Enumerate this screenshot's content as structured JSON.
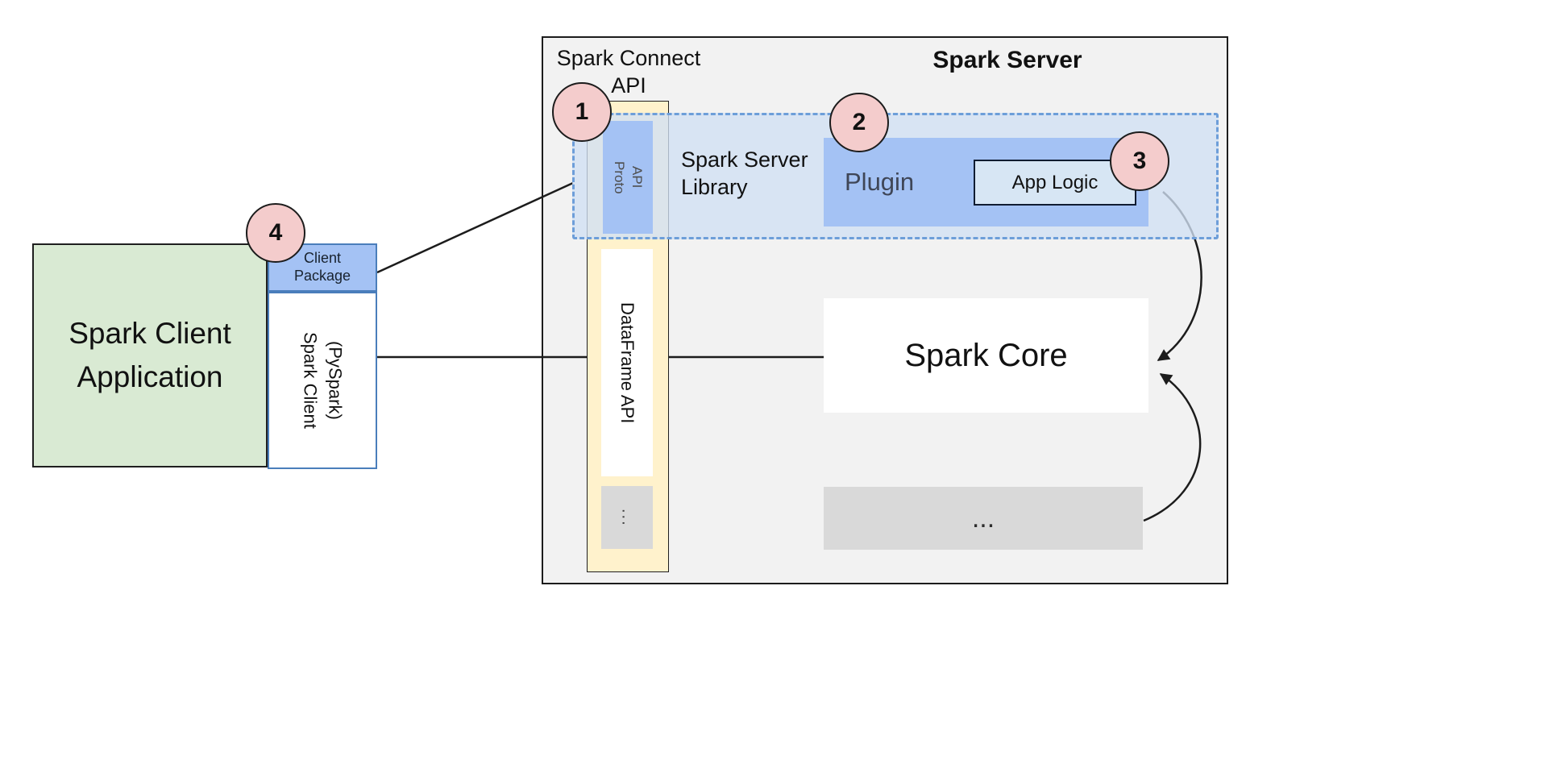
{
  "client": {
    "application_label": "Spark Client Application",
    "package_label": "Client Package",
    "spark_client_line1": "Spark Client",
    "spark_client_line2": "(PySpark)"
  },
  "server": {
    "title": "Spark Server",
    "connect_api_label": "Spark Connect API",
    "library_label": "Spark Server Library",
    "proto_line1": "Proto",
    "proto_line2": "API",
    "dataframe_label": "DataFrame API",
    "column_more": "...",
    "plugin_label": "Plugin",
    "app_logic_label": "App Logic",
    "core_label": "Spark Core",
    "more_label": "..."
  },
  "badges": {
    "one": "1",
    "two": "2",
    "three": "3",
    "four": "4"
  },
  "colors": {
    "client_green": "#d9ead3",
    "accent_blue": "#a4c2f4",
    "column_cream": "#fff2cc",
    "library_fill": "#d1e0f3",
    "library_dash_border": "#6d9ed9",
    "badge_pink": "#f4cccc",
    "muted_gray": "#d9d9d9",
    "server_bg": "#f2f2f2",
    "line_black": "#1c1c1c"
  }
}
